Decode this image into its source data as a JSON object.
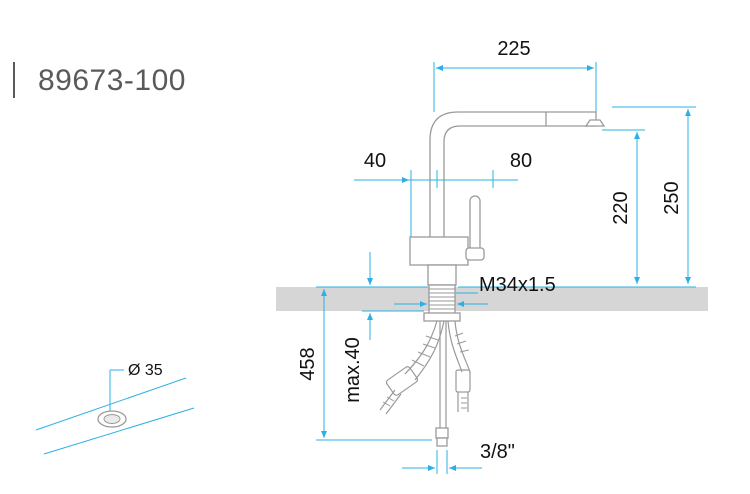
{
  "product": {
    "code": "89673-100"
  },
  "dimensions": {
    "spout_reach": "225",
    "left_offset": "40",
    "right_offset": "80",
    "height_inner": "220",
    "height_total": "250",
    "thread": "M34x1.5",
    "below_total": "458",
    "max_deck": "max.40",
    "hose_connection": "3/8\"",
    "hole_diameter": "Ø 35"
  },
  "colors": {
    "dimension_line": "#2bb0e6",
    "countertop": "#d6d6d6",
    "outline": "#9a9a9a",
    "text": "#111111"
  }
}
